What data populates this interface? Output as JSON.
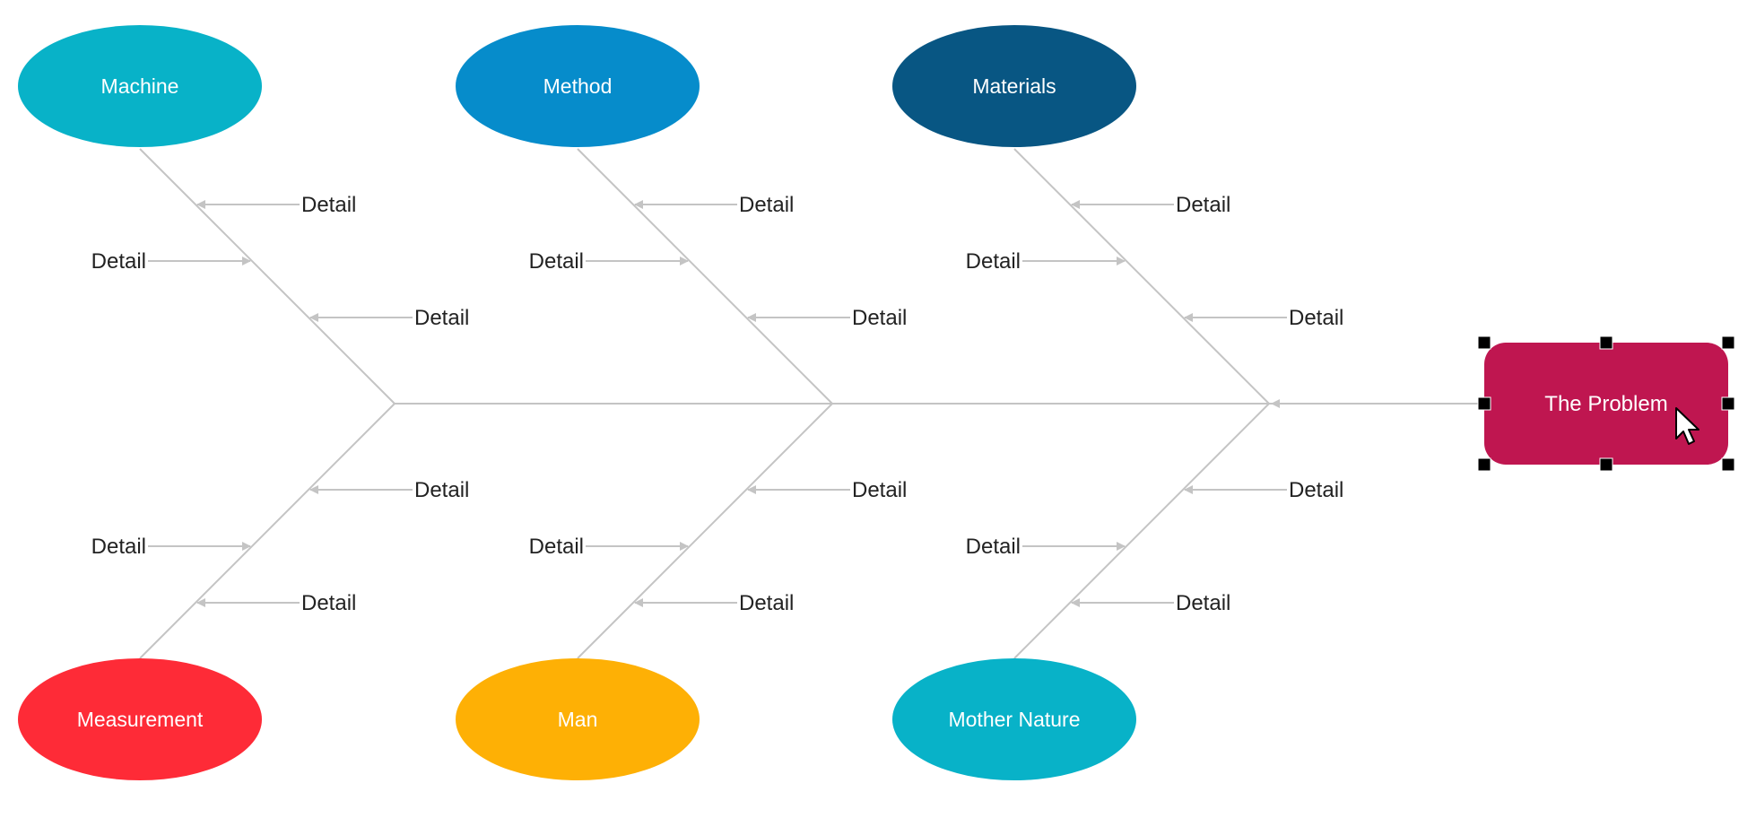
{
  "problem": {
    "label": "The Problem",
    "color": "#bf1650",
    "selected": true
  },
  "causes": [
    {
      "id": "machine",
      "label": "Machine",
      "color": "#08b2c8",
      "position": "top",
      "details": [
        "Detail",
        "Detail",
        "Detail"
      ]
    },
    {
      "id": "method",
      "label": "Method",
      "color": "#068ccb",
      "position": "top",
      "details": [
        "Detail",
        "Detail",
        "Detail"
      ]
    },
    {
      "id": "materials",
      "label": "Materials",
      "color": "#085683",
      "position": "top",
      "details": [
        "Detail",
        "Detail",
        "Detail"
      ]
    },
    {
      "id": "measurement",
      "label": "Measurement",
      "color": "#fe2b37",
      "position": "bottom",
      "details": [
        "Detail",
        "Detail",
        "Detail"
      ]
    },
    {
      "id": "man",
      "label": "Man",
      "color": "#feb005",
      "position": "bottom",
      "details": [
        "Detail",
        "Detail",
        "Detail"
      ]
    },
    {
      "id": "mother-nature",
      "label": "Mother Nature",
      "color": "#08b2c8",
      "position": "bottom",
      "details": [
        "Detail",
        "Detail",
        "Detail"
      ]
    }
  ],
  "colors": {
    "bone": "#c4c4c4",
    "text": "#222222"
  },
  "cursor": {
    "icon": "mouse-pointer-icon"
  }
}
